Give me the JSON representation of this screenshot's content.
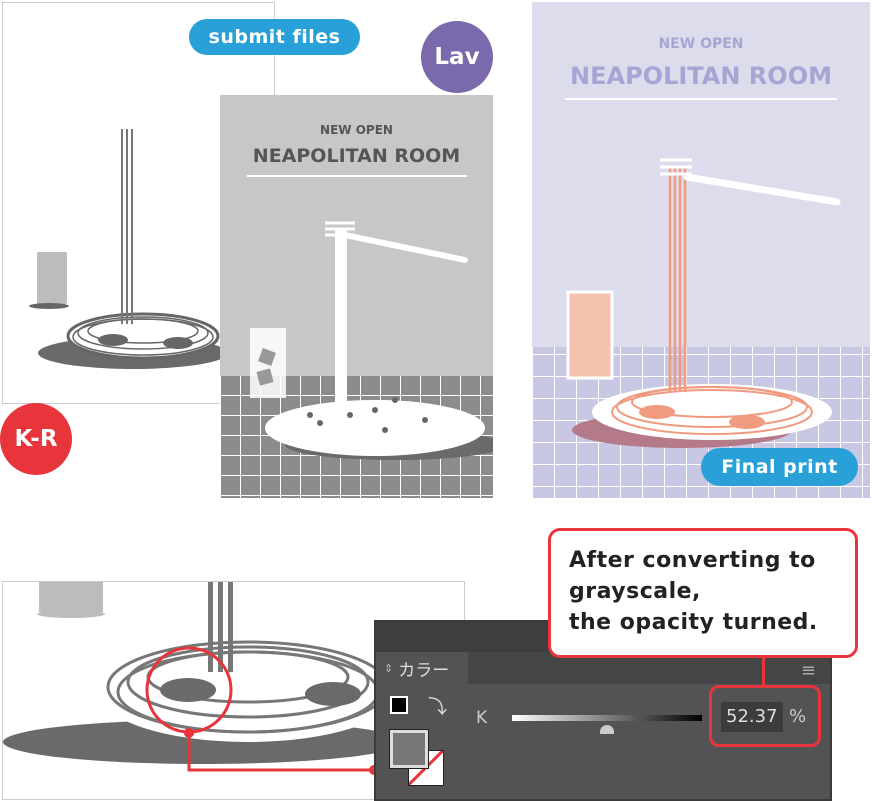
{
  "labels": {
    "submit_files": "submit files",
    "lav": "Lav",
    "k_r": "K-R",
    "final_print": "Final print"
  },
  "poster": {
    "subtitle": "NEW OPEN",
    "title": "NEAPOLITAN ROOM"
  },
  "callout": {
    "text_lines": [
      "After converting to",
      "grayscale,",
      "the opacity turned."
    ]
  },
  "color_panel": {
    "title": "カラー",
    "channel": "K",
    "value": "52.37",
    "unit": "%",
    "slider_percent": 52.37
  },
  "colors": {
    "blue": "#29a0d8",
    "purple": "#7b69ad",
    "red": "#e8343b",
    "lavender": "#dcdcec"
  }
}
